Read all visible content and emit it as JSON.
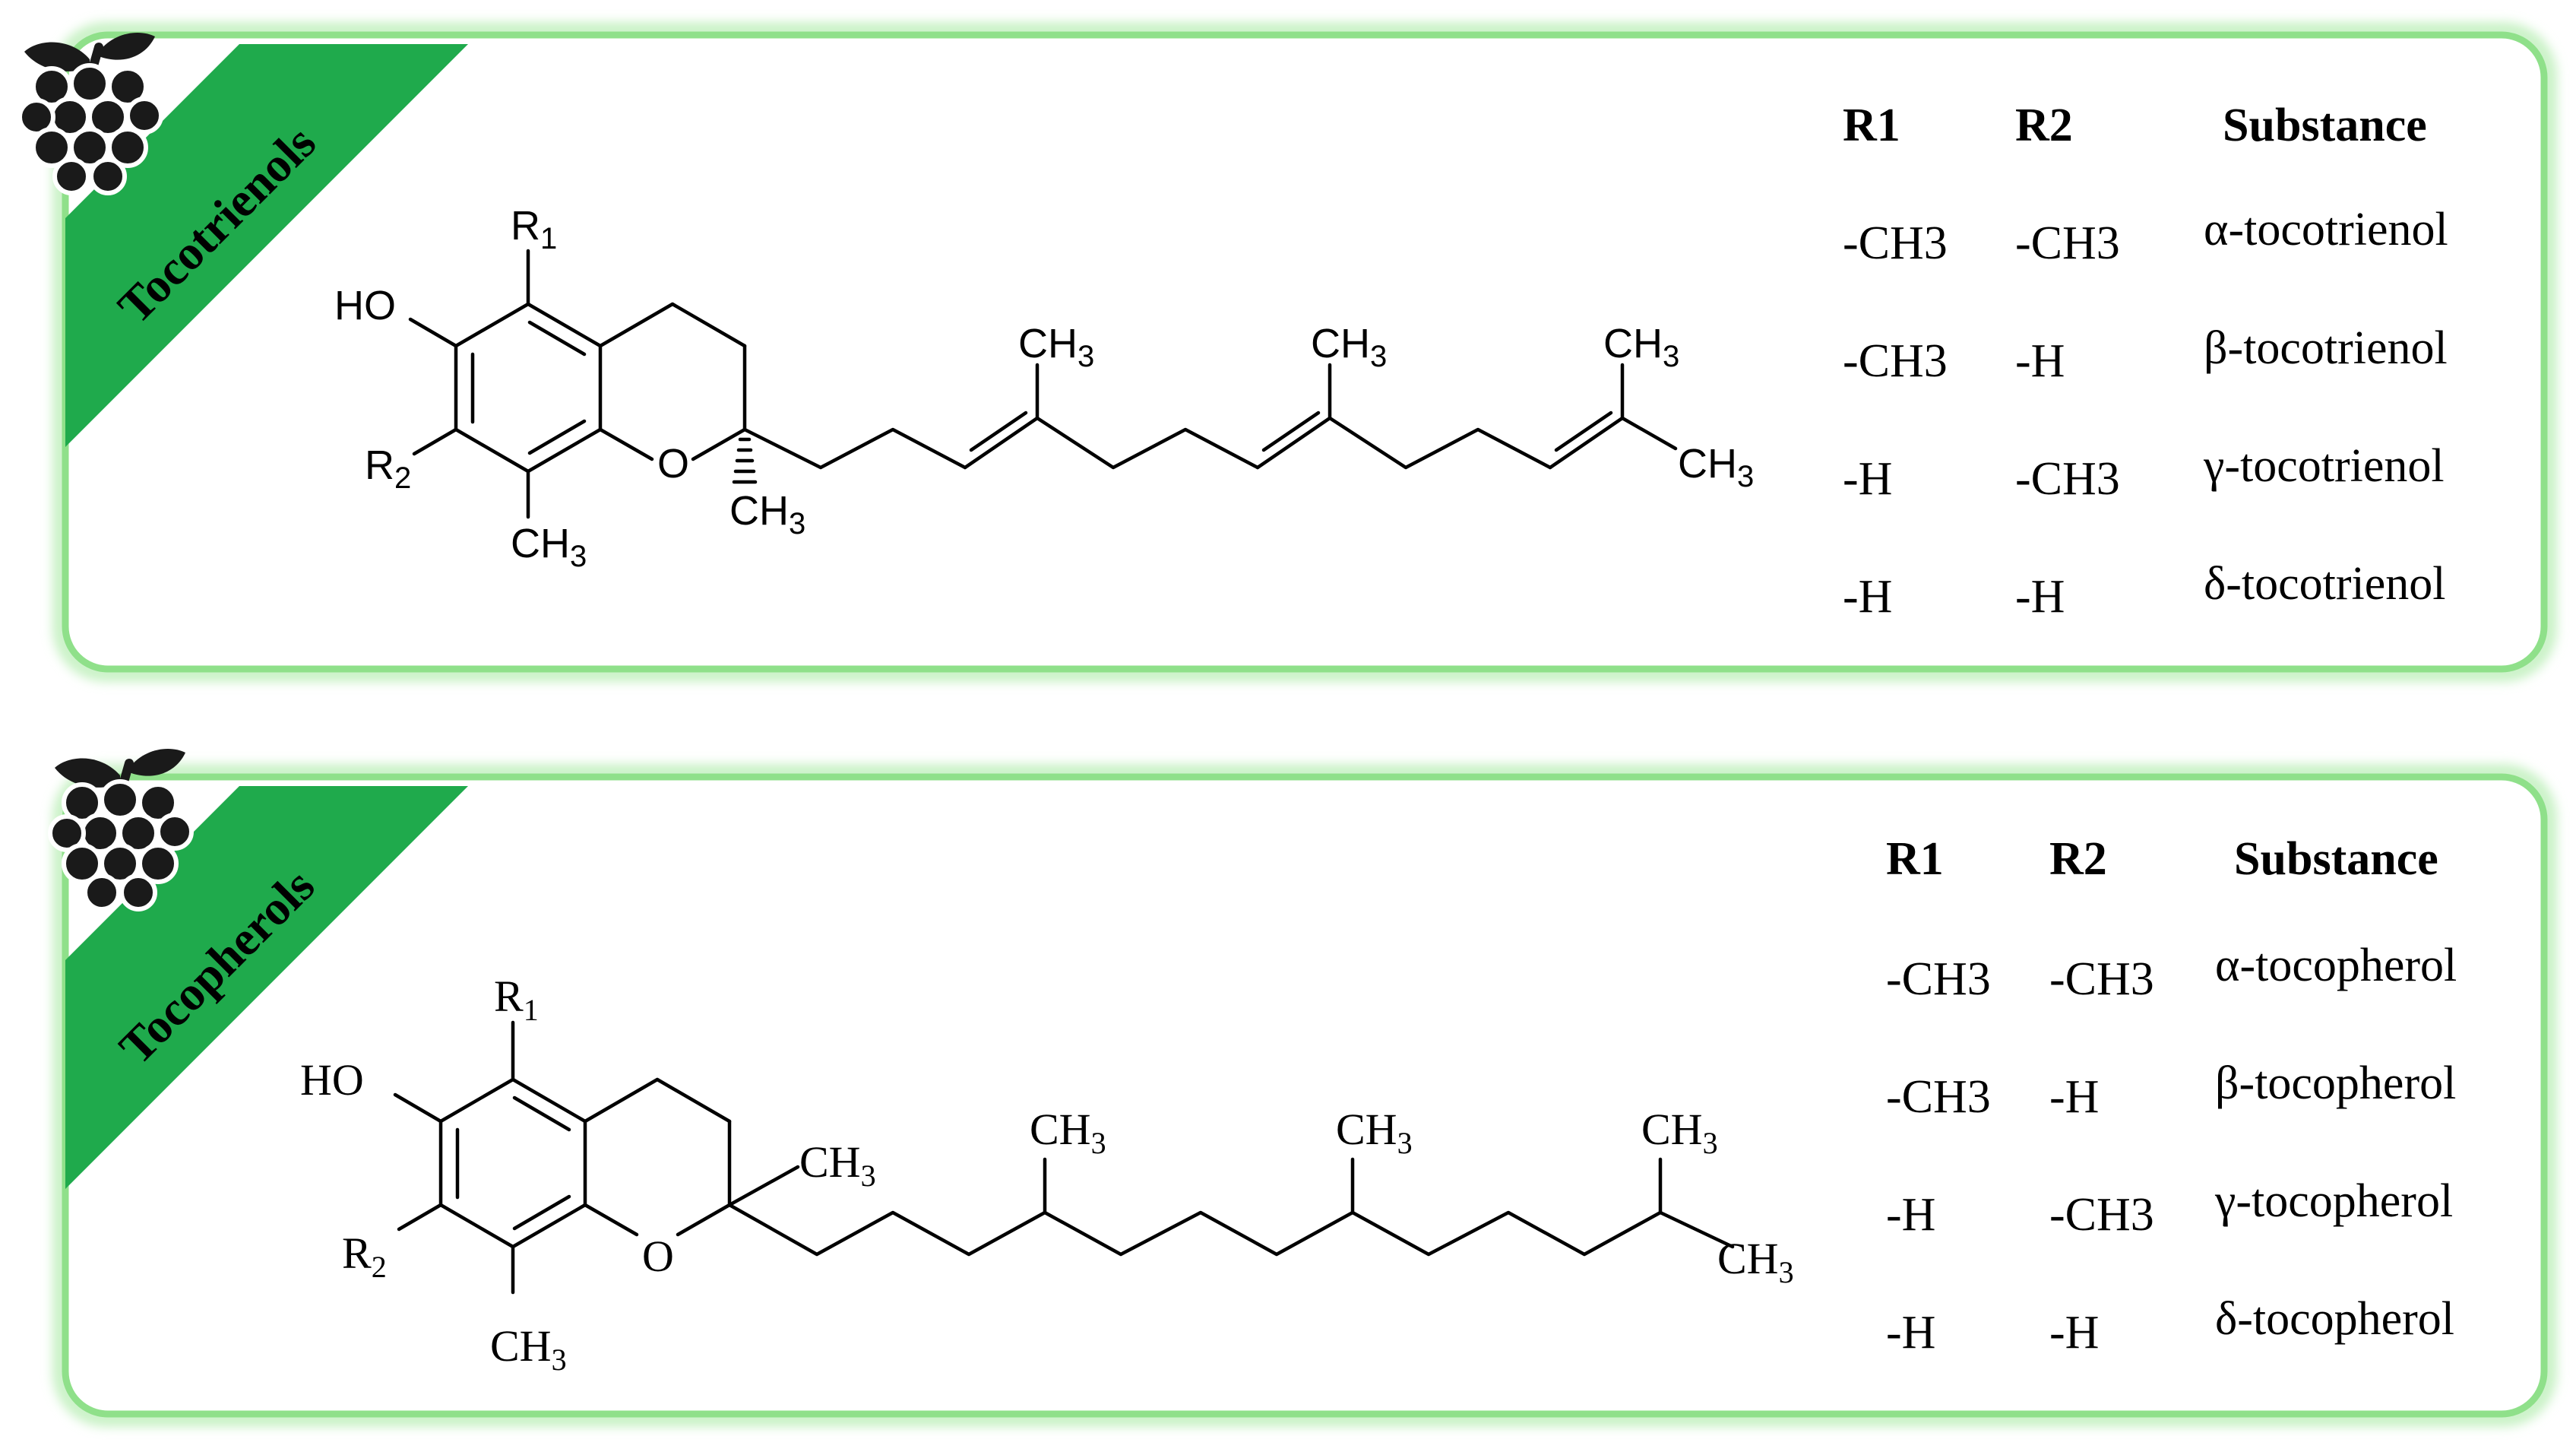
{
  "colors": {
    "panel_border": "#8fe08a",
    "panel_glow": "#c9f2c6",
    "banner_fill": "#1faa4c",
    "icon": "#1a1a1a"
  },
  "panels": [
    {
      "banner": "Tocotrienols",
      "icon": "grapes-icon",
      "structure": {
        "labels": {
          "r1": "R",
          "r1_sub": "1",
          "ho": "HO",
          "r2": "R",
          "r2_sub": "2",
          "o": "O",
          "me8": "CH",
          "me8_sub": "3",
          "me2": "CH",
          "me2_sub": "3",
          "chain_me1": "CH",
          "chain_me1_sub": "3",
          "chain_me2": "CH",
          "chain_me2_sub": "3",
          "chain_me3": "CH",
          "chain_me3_sub": "3",
          "chain_end": "CH",
          "chain_end_sub": "3"
        }
      },
      "table": {
        "headers": [
          "R1",
          "R2",
          "Substance"
        ],
        "rows": [
          [
            "-CH3",
            "-CH3",
            "α-tocotrienol"
          ],
          [
            "-CH3",
            "-H",
            "β-tocotrienol"
          ],
          [
            "-H",
            "-CH3",
            "γ-tocotrienol"
          ],
          [
            "-H",
            "-H",
            "δ-tocotrienol"
          ]
        ]
      }
    },
    {
      "banner": "Tocopherols",
      "icon": "grapes-icon",
      "structure": {
        "labels": {
          "r1": "R",
          "r1_sub": "1",
          "ho": "HO",
          "r2": "R",
          "r2_sub": "2",
          "o": "O",
          "me8": "CH",
          "me8_sub": "3",
          "me2": "CH",
          "me2_sub": "3",
          "chain_me1": "CH",
          "chain_me1_sub": "3",
          "chain_me2": "CH",
          "chain_me2_sub": "3",
          "chain_me3": "CH",
          "chain_me3_sub": "3",
          "chain_end": "CH",
          "chain_end_sub": "3"
        }
      },
      "table": {
        "headers": [
          "R1",
          "R2",
          "Substance"
        ],
        "rows": [
          [
            "-CH3",
            "-CH3",
            "α-tocopherol"
          ],
          [
            "-CH3",
            "-H",
            "β-tocopherol"
          ],
          [
            "-H",
            "-CH3",
            "γ-tocopherol"
          ],
          [
            "-H",
            "-H",
            "δ-tocopherol"
          ]
        ]
      }
    }
  ]
}
